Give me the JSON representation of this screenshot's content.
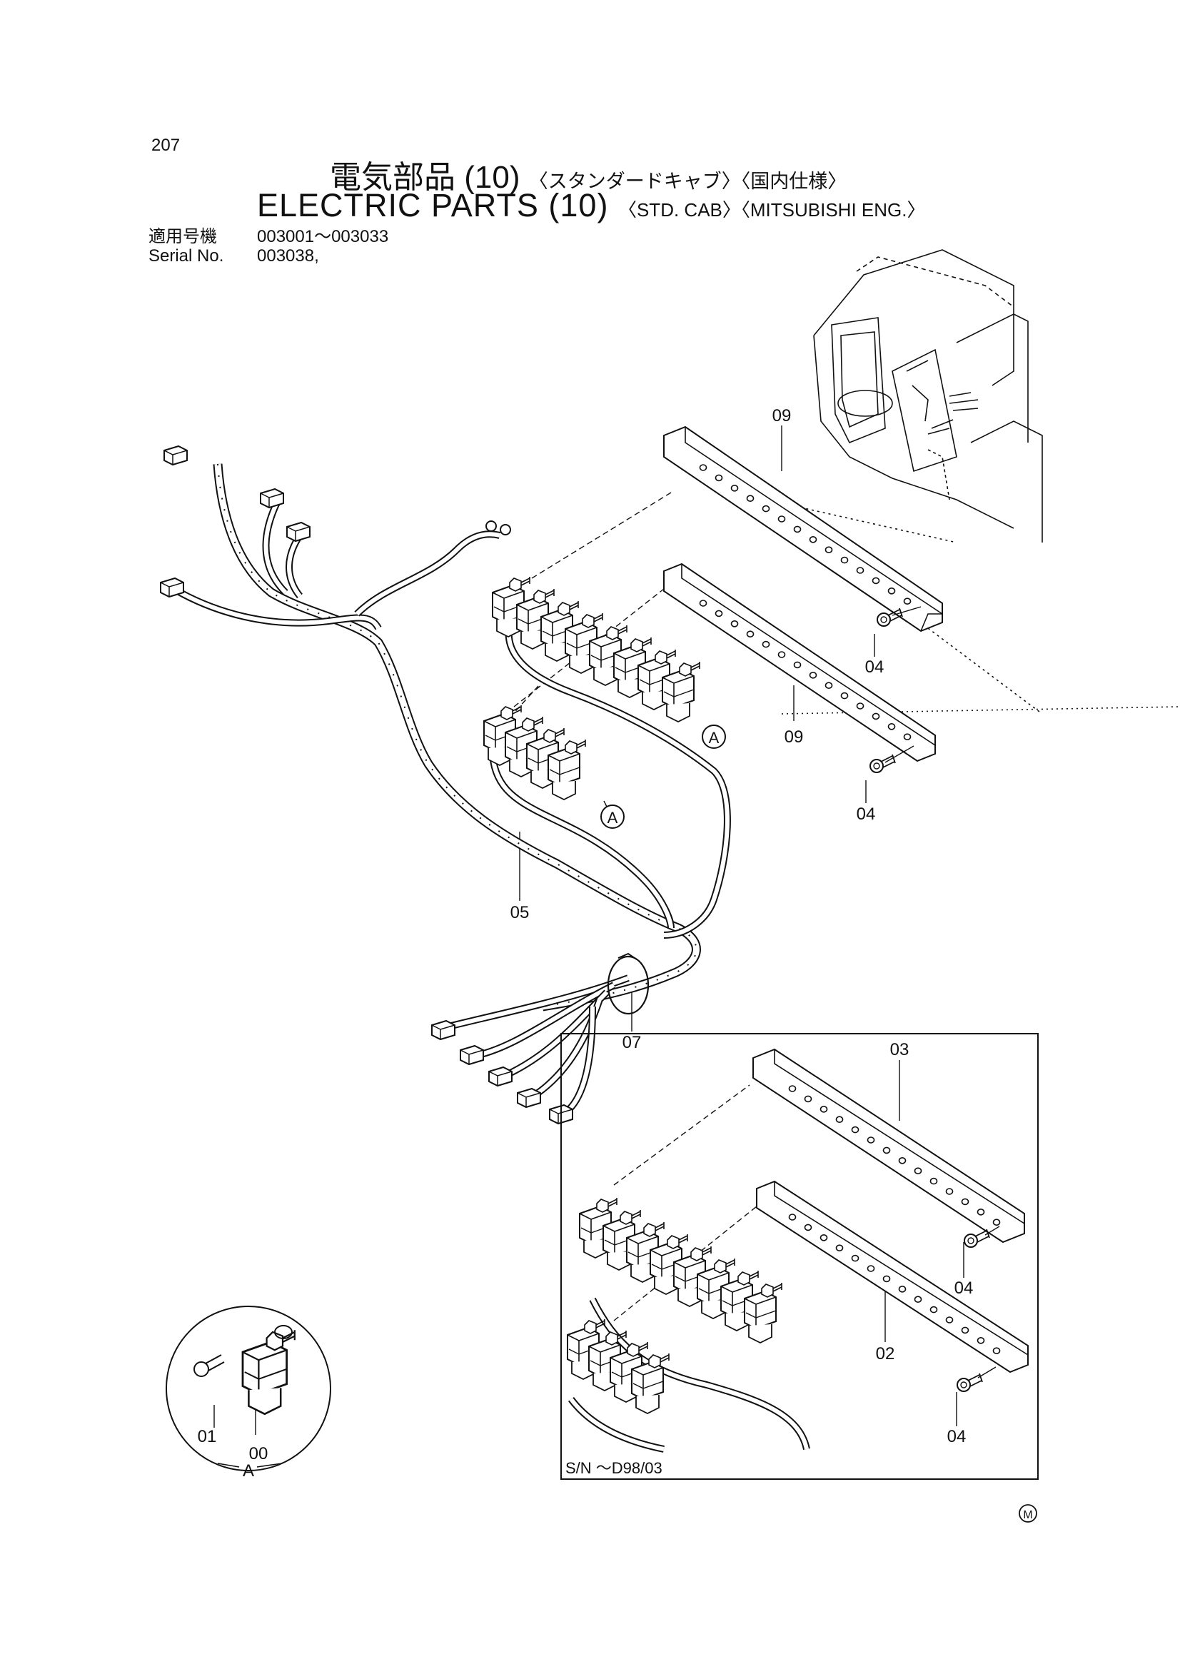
{
  "header": {
    "page_number": "207",
    "title_jp": "電気部品 (10)",
    "title_jp_sub": "〈スタンダードキャブ〉〈国内仕様〉",
    "title_en": "ELECTRIC PARTS (10)",
    "title_en_sub": "〈STD. CAB〉〈MITSUBISHI ENG.〉",
    "serial_label_jp": "適用号機",
    "serial_range": "003001～003033",
    "serial_label_en": "Serial No.",
    "serial_value": "003038,"
  },
  "callouts": {
    "p09_top": "09",
    "p09_lower": "09",
    "p04_top": "04",
    "p04_mid": "04",
    "p05": "05",
    "p07": "07",
    "p03": "03",
    "p02": "02",
    "p04_inset_top": "04",
    "p04_inset_bottom": "04",
    "p01": "01",
    "p00": "00",
    "ref_a1": "A",
    "ref_a2": "A",
    "detail_a": "A"
  },
  "inset": {
    "serial_note": "S/N ～D98/03"
  },
  "footer": {
    "mark": "M"
  }
}
